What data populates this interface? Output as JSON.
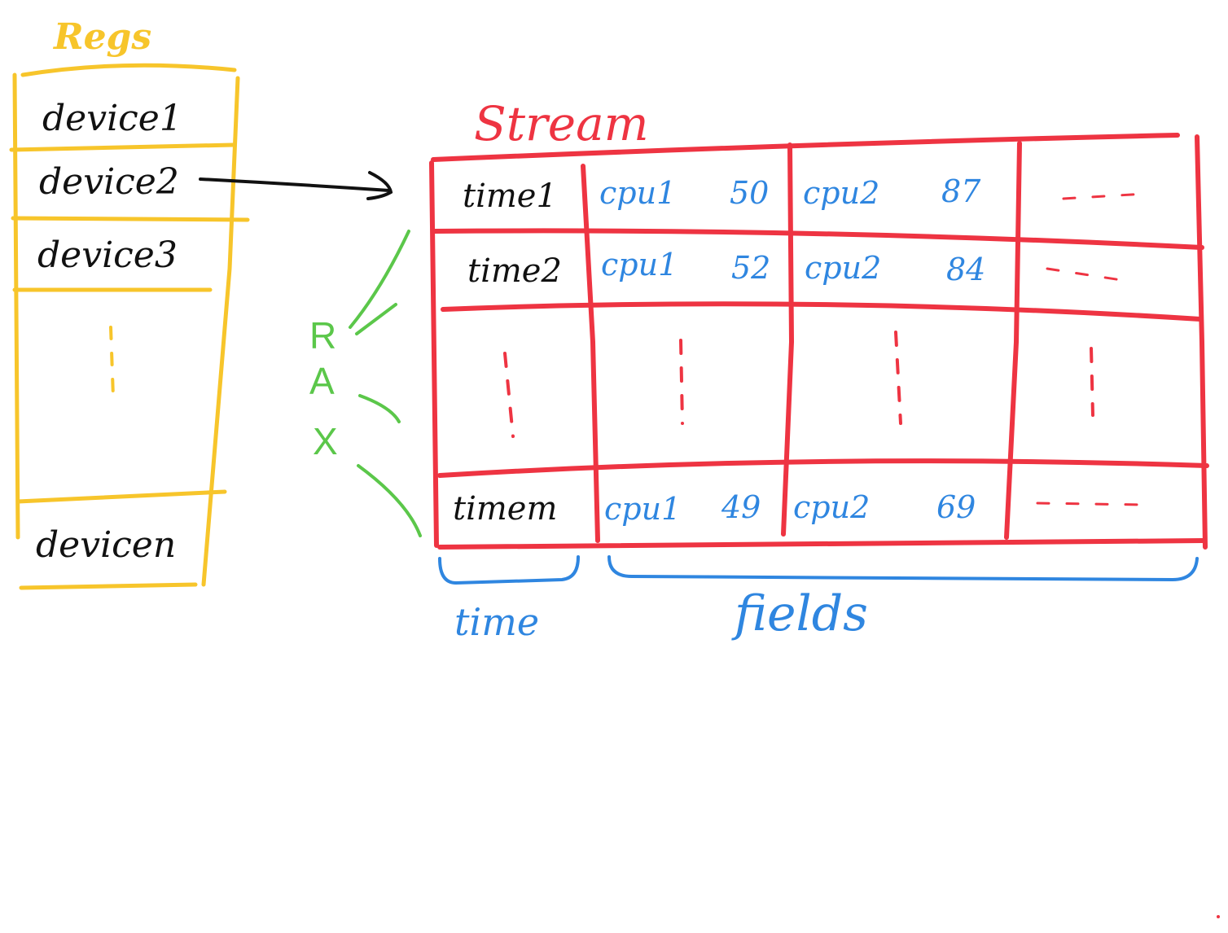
{
  "regs": {
    "title": "Regs",
    "devices": [
      "device1",
      "device2",
      "device3",
      "devicen"
    ]
  },
  "stream": {
    "title": "Stream",
    "rows": [
      {
        "time": "time1",
        "cpu1_label": "cpu1",
        "cpu1_value": "50",
        "cpu2_label": "cpu2",
        "cpu2_value": "87"
      },
      {
        "time": "time2",
        "cpu1_label": "cpu1",
        "cpu1_value": "52",
        "cpu2_label": "cpu2",
        "cpu2_value": "84"
      },
      {
        "time": "timem",
        "cpu1_label": "cpu1",
        "cpu1_value": "49",
        "cpu2_label": "cpu2",
        "cpu2_value": "69"
      }
    ]
  },
  "rax": {
    "letters": [
      "R",
      "A",
      "X"
    ]
  },
  "labels": {
    "time": "time",
    "fields": "fields"
  },
  "colors": {
    "regs": "#F7C52B",
    "stream": "#EE3442",
    "blue": "#2F86E0",
    "green": "#5BC74A",
    "ink": "#111111"
  }
}
